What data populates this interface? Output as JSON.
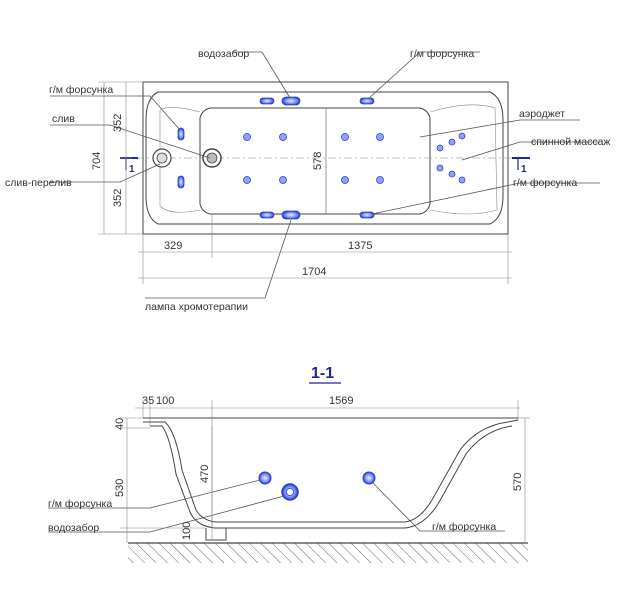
{
  "colors": {
    "jet": "#2b3fd1",
    "jet_light": "#b9c4ff",
    "ink": "#444444",
    "title": "#1c2a8c"
  },
  "top_view": {
    "labels": {
      "vodozabor": "водозабор",
      "gm_top_right": "г/м форсунка",
      "gm_top_left": "г/м форсунка",
      "sliv": "слив",
      "sliv_pereliv": "слив-перелив",
      "aerojet": "аэроджет",
      "spinal": "спинной массаж",
      "gm_right": "г/м форсунка",
      "lamp": "лампа хромотерапии"
    },
    "dims": {
      "d352a": "352",
      "d704": "704",
      "d352b": "352",
      "d578": "578",
      "d329": "329",
      "d1375": "1375",
      "d1704": "1704"
    },
    "section_marks": {
      "left": "1",
      "right": "1"
    }
  },
  "section_view": {
    "title": "1-1",
    "labels": {
      "gm_left": "г/м форсунка",
      "vodozabor": "водозабор",
      "gm_right": "г/м форсунка"
    },
    "dims": {
      "d35": "35",
      "d100top": "100",
      "d1569": "1569",
      "d40": "40",
      "d530": "530",
      "d470": "470",
      "d100bot": "100",
      "d570": "570"
    }
  }
}
